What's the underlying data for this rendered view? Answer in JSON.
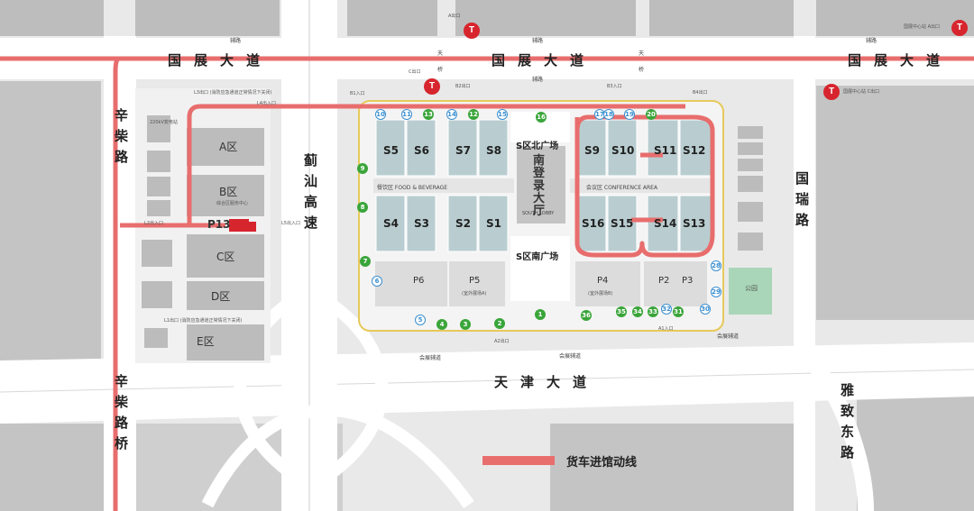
{
  "roads": {
    "guozhan_left": "国展大道",
    "guozhan_mid": "国展大道",
    "guozhan_right": "国展大道",
    "xinchai": "辛柴路",
    "xinchai_bridge": "辛柴路桥",
    "jishan": "蓟汕高速",
    "guorui": "国瑞路",
    "tianjin": "天津大道",
    "yazhi": "雅致东路",
    "fu_lu_1": "辅路",
    "fu_lu_2": "辅路",
    "fu_lu_3": "辅路",
    "fu_lu_4": "辅路",
    "huizhan_fu_1": "会展辅道",
    "huizhan_fu_2": "会展辅道",
    "huizhan_fu_3": "会展辅道",
    "tian_qiao_l": "天",
    "tian_qiao_r": "天",
    "qiao_l": "桥",
    "qiao_r": "桥"
  },
  "halls": {
    "S5": "S5",
    "S6": "S6",
    "S7": "S7",
    "S8": "S8",
    "S9": "S9",
    "S10": "S10",
    "S11": "S11",
    "S12": "S12",
    "S4": "S4",
    "S3": "S3",
    "S2": "S2",
    "S1": "S1",
    "S16": "S16",
    "S15": "S15",
    "S14": "S14",
    "S13": "S13"
  },
  "areas": {
    "food": "餐饮区  FOOD & BEVERAGE",
    "conference": "会议区    CONFERENCE AREA",
    "north_plaza": "S区北广场",
    "south_plaza": "S区南广场",
    "south_lobby_cn": "南登录大厅",
    "south_lobby_en": "SOUTH LOBBY",
    "zone_a": "A区",
    "zone_b": "B区",
    "zone_c": "C区",
    "zone_d": "D区",
    "zone_e": "E区",
    "p13": "P13",
    "p6": "P6",
    "p5": "P5",
    "p5_sub": "(室外展场A)",
    "p4": "P4",
    "p4_sub": "(室外展场B)",
    "p2": "P2",
    "p3": "P3",
    "park": "公园",
    "service_center": "综合区服务中心",
    "substation": "220kV变电站"
  },
  "gates": [
    "1",
    "2",
    "3",
    "4",
    "5",
    "6",
    "7",
    "8",
    "9",
    "10",
    "11",
    "12",
    "13",
    "14",
    "15",
    "16",
    "17",
    "18",
    "19",
    "20",
    "28",
    "29",
    "30",
    "31",
    "32",
    "33",
    "34",
    "35",
    "36"
  ],
  "exits": {
    "l1": "L1出口 (消防应急通道正常情况下关闭)",
    "l3": "L3出口 (消防应急通道正常情况下关闭)",
    "l4": "L4出入口",
    "l5": "L5出入口",
    "l2": "L2出入口",
    "a1": "A1入口",
    "a2": "A2出口",
    "b1": "B1入口",
    "b2": "B2出口",
    "b3": "B3入口",
    "b4": "B4出口"
  },
  "metro": {
    "label_a": "A出口",
    "label_c": "C出口",
    "label_right_top": "国展中心站 A出口",
    "label_right_bottom": "国展中心站 C出口"
  },
  "legend": {
    "label": "货车进馆动线"
  },
  "colors": {
    "route": "#e86d6d",
    "hall": "#b9cdd0",
    "gate_green": "#3aa53a",
    "metro_red": "#d7252e",
    "road": "#ffffff",
    "block": "#bcbcbc"
  }
}
